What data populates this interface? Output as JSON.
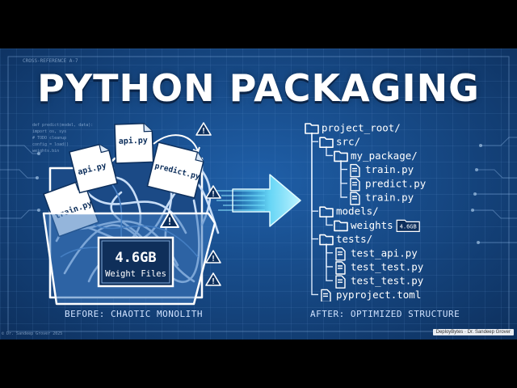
{
  "header": {
    "title": "PYTHON PACKAGING",
    "ref_label": "CROSS-REFERENCE A-7",
    "code_scribbles": [
      "def predict(model, data):",
      "import os, sys",
      "# TODO cleanup",
      "config = load()",
      "weights.bin"
    ]
  },
  "before": {
    "caption": "BEFORE: CHAOTIC MONOLITH",
    "papers": [
      "train.py",
      "api.py",
      "api.py",
      "predict.py"
    ],
    "weight_box": {
      "size": "4.6GB",
      "label": "Weight Files"
    },
    "warning_icon_count": 5
  },
  "after": {
    "caption": "AFTER: OPTIMIZED STRUCTURE",
    "tree": [
      {
        "label": "project_root/",
        "kind": "folder"
      },
      {
        "label": "src/",
        "kind": "folder"
      },
      {
        "label": "my_package/",
        "kind": "folder"
      },
      {
        "label": "train.py",
        "kind": "file"
      },
      {
        "label": "predict.py",
        "kind": "file"
      },
      {
        "label": "train.py",
        "kind": "file"
      },
      {
        "label": "models/",
        "kind": "folder"
      },
      {
        "label": "weights",
        "kind": "folder",
        "badge": "4.6GB"
      },
      {
        "label": "tests/",
        "kind": "folder"
      },
      {
        "label": "test_api.py",
        "kind": "file"
      },
      {
        "label": "test_test.py",
        "kind": "file"
      },
      {
        "label": "test_test.py",
        "kind": "file"
      },
      {
        "label": "pyproject.toml",
        "kind": "file"
      }
    ]
  },
  "footer": {
    "left_credit": "© Dr. Sandeep Grover 2025",
    "right_credit": "DeployBytes · Dr. Sandeep Grover"
  },
  "colors": {
    "background": "#15457f",
    "accent_cyan": "#47d6ff",
    "text": "#ffffff"
  }
}
